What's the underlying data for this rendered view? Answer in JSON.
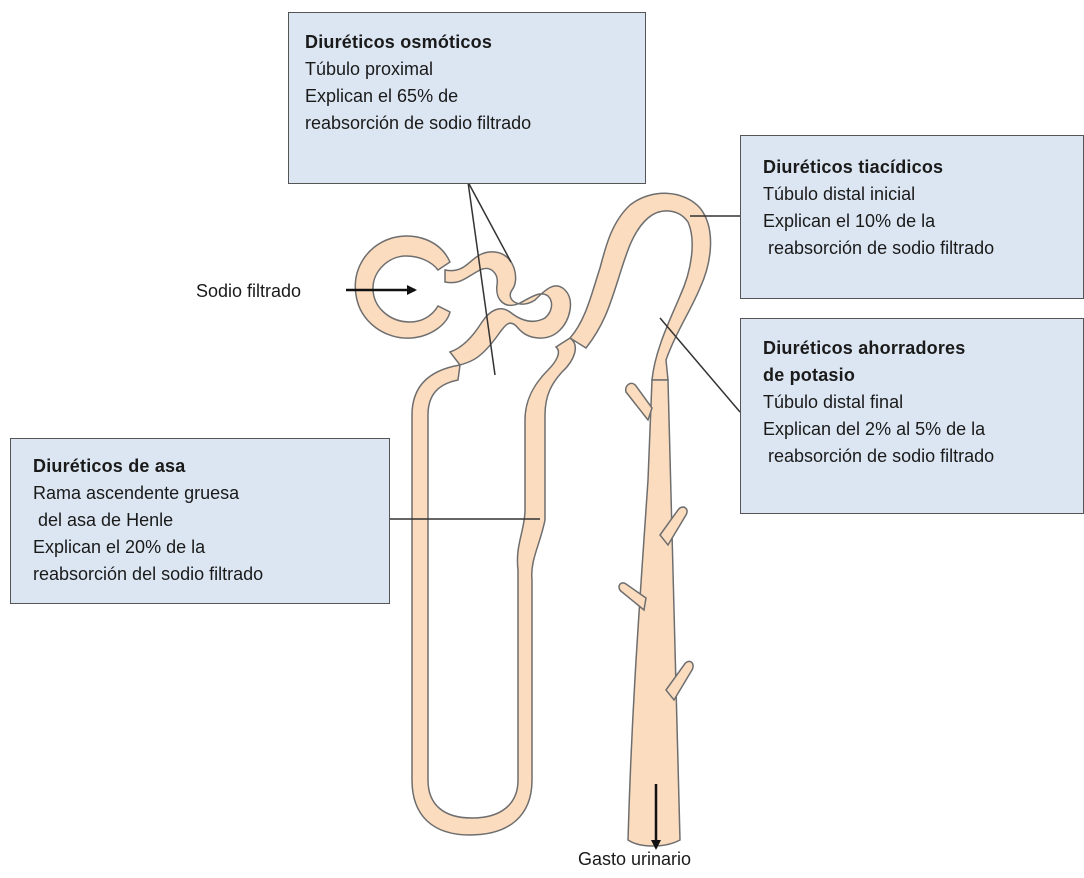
{
  "callouts": {
    "osmoticos": {
      "title": "Diuréticos osmóticos",
      "lines": [
        "Túbulo proximal",
        "Explican el 65% de",
        "reabsorción de sodio filtrado"
      ]
    },
    "tiacidicos": {
      "title": "Diuréticos tiacídicos",
      "lines": [
        "Túbulo distal inicial",
        "Explican el 10% de la",
        " reabsorción de sodio filtrado"
      ]
    },
    "ahorradores": {
      "title_lines": [
        "Diuréticos ahorradores",
        "de potasio"
      ],
      "lines": [
        "Túbulo distal final",
        "Explican del 2% al 5% de la",
        " reabsorción de sodio filtrado"
      ]
    },
    "asa": {
      "title": "Diuréticos de asa",
      "lines": [
        "Rama ascendente gruesa",
        " del asa de Henle",
        "Explican el 20% de la",
        "reabsorción del sodio filtrado"
      ]
    }
  },
  "labels": {
    "input": "Sodio filtrado",
    "output": "Gasto urinario"
  },
  "colors": {
    "tubule_fill": "#fbdcbf",
    "tubule_outline": "#6e6e6e",
    "callout_fill": "#dce6f2",
    "leader_line": "#333333"
  }
}
